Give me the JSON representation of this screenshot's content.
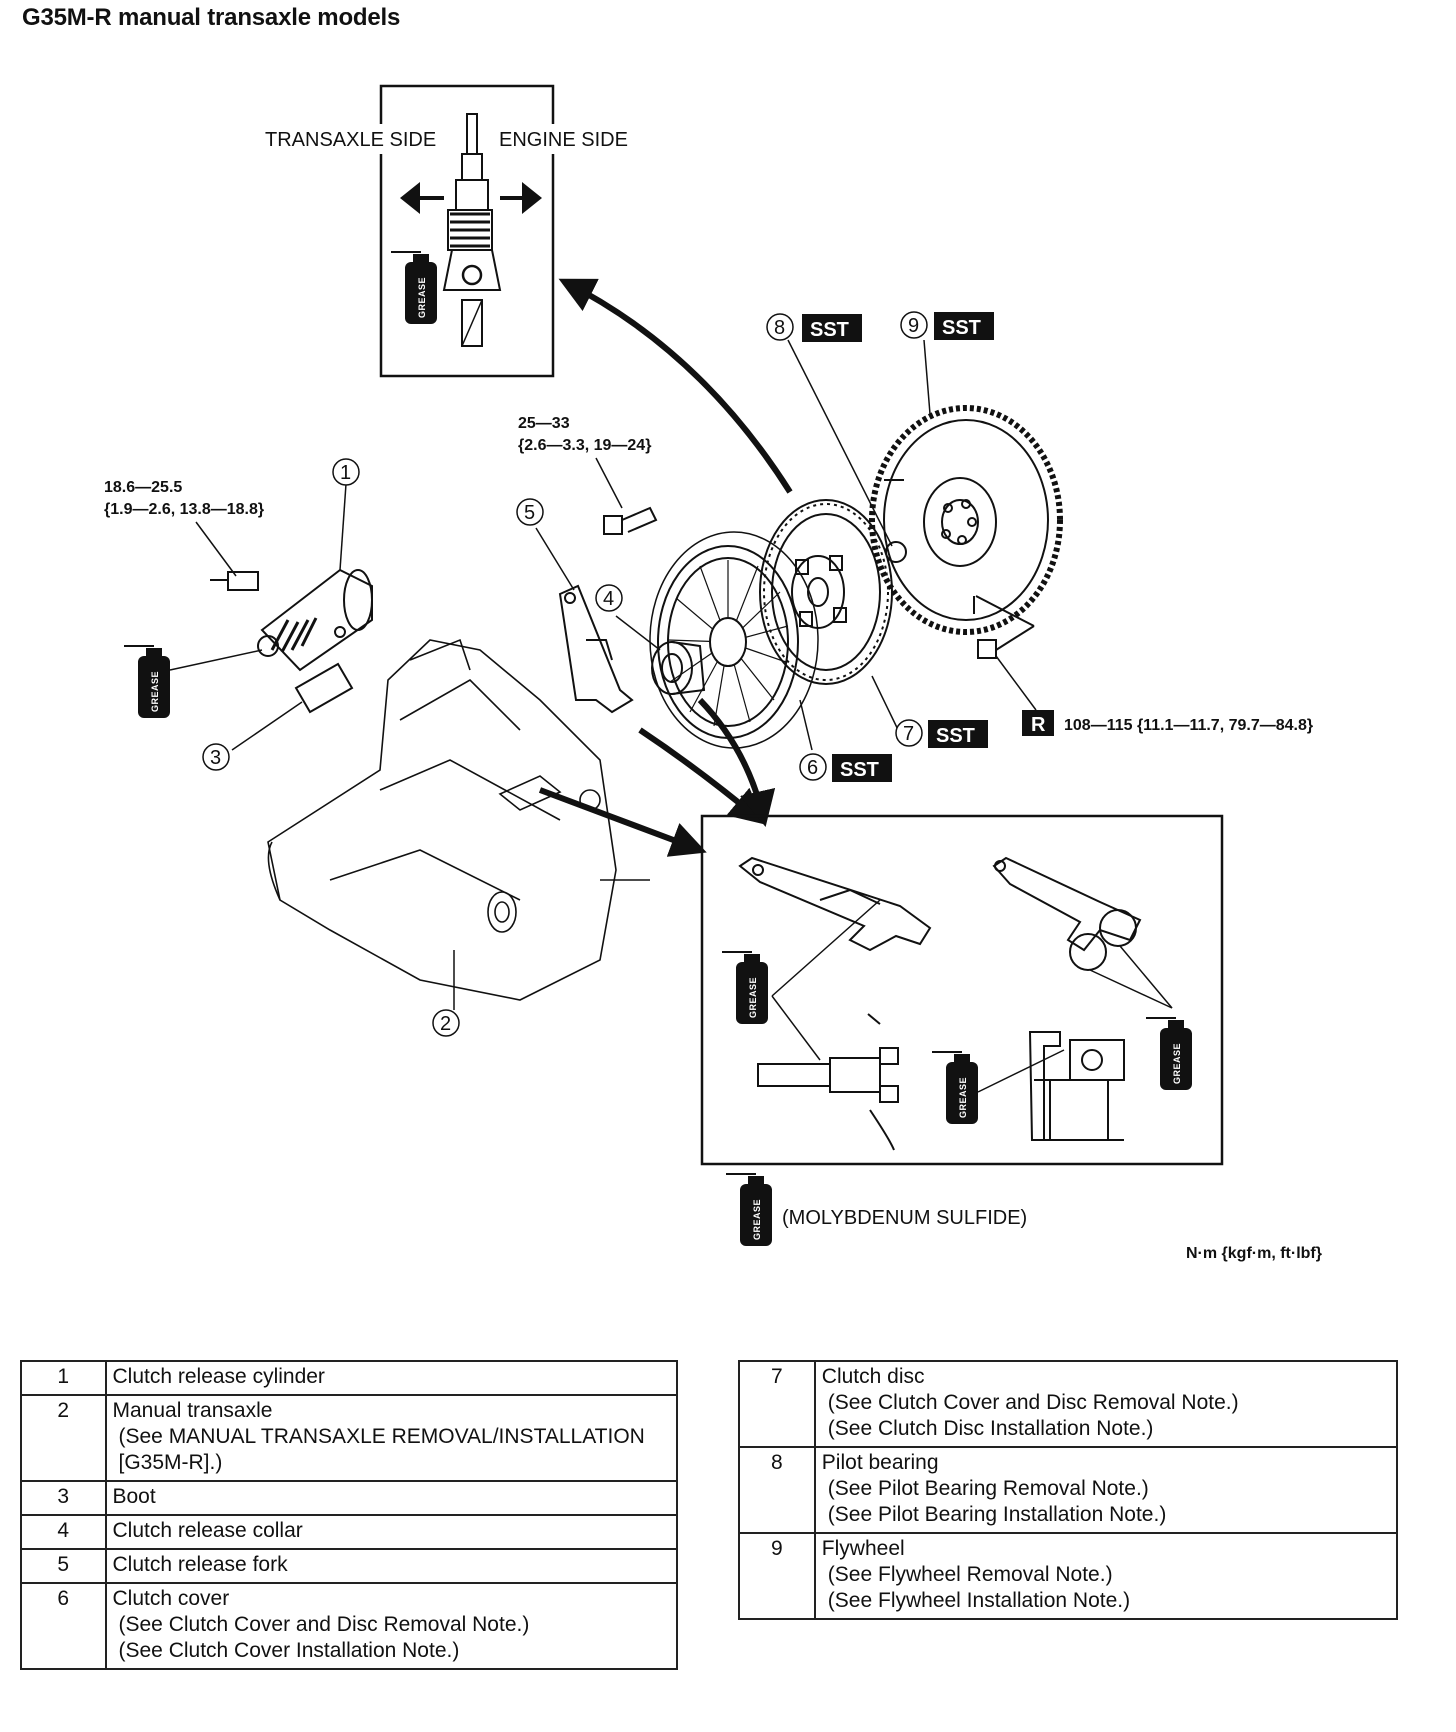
{
  "title": "G35M-R manual transaxle models",
  "inset_top": {
    "label_left": "TRANSAXLE SIDE",
    "label_right": "ENGINE SIDE"
  },
  "torque": {
    "t1_line1": "18.6—25.5",
    "t1_line2": "{1.9—2.6, 13.8—18.8}",
    "t2_line1": "25—33",
    "t2_line2": "{2.6—3.3, 19—24}",
    "t3": "108—115 {11.1—11.7, 79.7—84.8}",
    "r_mark": "R"
  },
  "callouts": {
    "c1": "1",
    "c2": "2",
    "c3": "3",
    "c4": "4",
    "c5": "5",
    "c6": "6",
    "c7": "7",
    "c8": "8",
    "c9": "9"
  },
  "sst_label": "SST",
  "grease_label": "GREASE",
  "legend": {
    "molybdenum": "(MOLYBDENUM SULFIDE)",
    "units": "N·m {kgf·m, ft·lbf}"
  },
  "parts_left": [
    {
      "num": "1",
      "name": "Clutch release cylinder",
      "notes": []
    },
    {
      "num": "2",
      "name": "Manual transaxle",
      "notes": [
        "(See MANUAL TRANSAXLE REMOVAL/INSTALLATION [G35M-R].)"
      ]
    },
    {
      "num": "3",
      "name": "Boot",
      "notes": []
    },
    {
      "num": "4",
      "name": "Clutch release collar",
      "notes": []
    },
    {
      "num": "5",
      "name": "Clutch release fork",
      "notes": []
    },
    {
      "num": "6",
      "name": "Clutch cover",
      "notes": [
        "(See Clutch Cover and Disc Removal Note.)",
        "(See Clutch Cover Installation Note.)"
      ]
    }
  ],
  "parts_right": [
    {
      "num": "7",
      "name": "Clutch disc",
      "notes": [
        "(See Clutch Cover and Disc Removal Note.)",
        "(See Clutch Disc Installation Note.)"
      ]
    },
    {
      "num": "8",
      "name": "Pilot bearing",
      "notes": [
        "(See Pilot Bearing Removal Note.)",
        "(See Pilot Bearing Installation Note.)"
      ]
    },
    {
      "num": "9",
      "name": "Flywheel",
      "notes": [
        "(See Flywheel Removal Note.)",
        "(See Flywheel Installation Note.)"
      ]
    }
  ]
}
